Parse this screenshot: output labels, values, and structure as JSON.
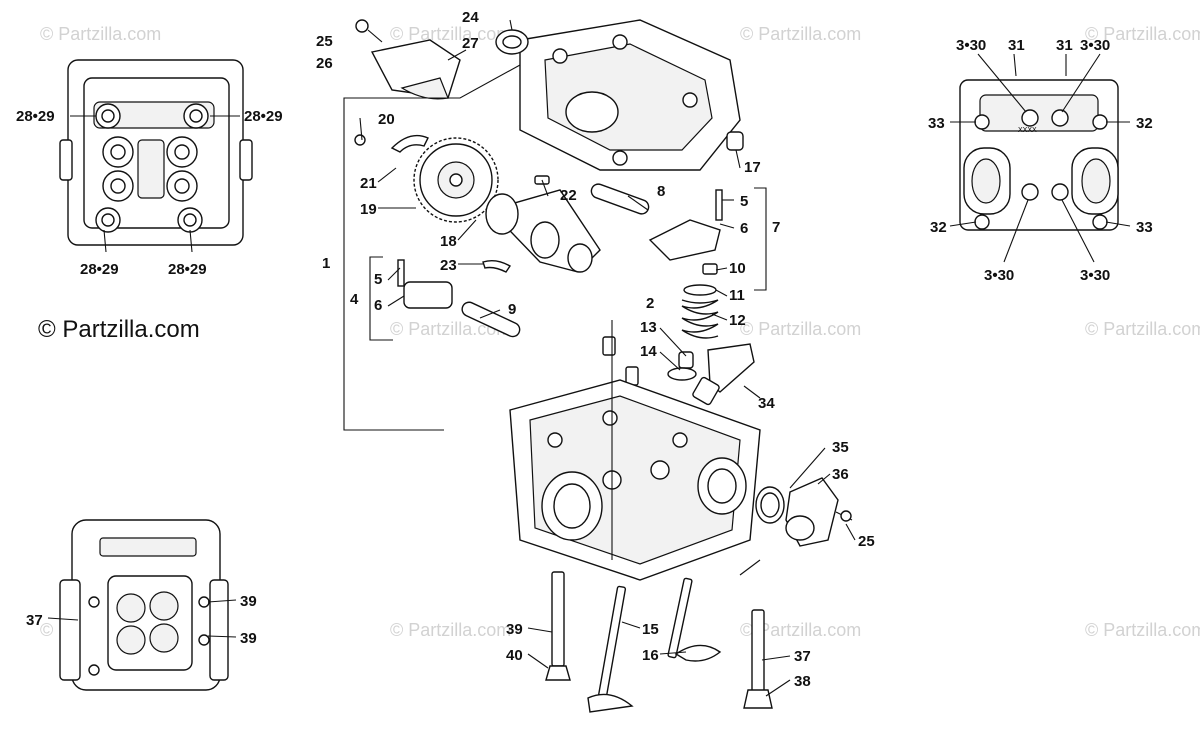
{
  "copyright": "© Partzilla.com",
  "watermark": "© Partzilla.com",
  "callouts": [
    {
      "id": "c1",
      "label": "1"
    },
    {
      "id": "c2",
      "label": "2"
    },
    {
      "id": "c3-30-a",
      "label": "3•30"
    },
    {
      "id": "c3-30-b",
      "label": "3•30"
    },
    {
      "id": "c3-30-c",
      "label": "3•30"
    },
    {
      "id": "c3-30-d",
      "label": "3•30"
    },
    {
      "id": "c4",
      "label": "4"
    },
    {
      "id": "c5a",
      "label": "5"
    },
    {
      "id": "c5b",
      "label": "5"
    },
    {
      "id": "c6a",
      "label": "6"
    },
    {
      "id": "c6b",
      "label": "6"
    },
    {
      "id": "c7",
      "label": "7"
    },
    {
      "id": "c8",
      "label": "8"
    },
    {
      "id": "c9",
      "label": "9"
    },
    {
      "id": "c10",
      "label": "10"
    },
    {
      "id": "c11",
      "label": "11"
    },
    {
      "id": "c12",
      "label": "12"
    },
    {
      "id": "c13",
      "label": "13"
    },
    {
      "id": "c14",
      "label": "14"
    },
    {
      "id": "c15",
      "label": "15"
    },
    {
      "id": "c16",
      "label": "16"
    },
    {
      "id": "c17",
      "label": "17"
    },
    {
      "id": "c18",
      "label": "18"
    },
    {
      "id": "c19",
      "label": "19"
    },
    {
      "id": "c20",
      "label": "20"
    },
    {
      "id": "c21",
      "label": "21"
    },
    {
      "id": "c22",
      "label": "22"
    },
    {
      "id": "c23",
      "label": "23"
    },
    {
      "id": "c24",
      "label": "24"
    },
    {
      "id": "c25a",
      "label": "25"
    },
    {
      "id": "c25b",
      "label": "25"
    },
    {
      "id": "c26",
      "label": "26"
    },
    {
      "id": "c27",
      "label": "27"
    },
    {
      "id": "c28-29-a",
      "label": "28•29"
    },
    {
      "id": "c28-29-b",
      "label": "28•29"
    },
    {
      "id": "c28-29-c",
      "label": "28•29"
    },
    {
      "id": "c28-29-d",
      "label": "28•29"
    },
    {
      "id": "c31a",
      "label": "31"
    },
    {
      "id": "c31b",
      "label": "31"
    },
    {
      "id": "c32a",
      "label": "32"
    },
    {
      "id": "c32b",
      "label": "32"
    },
    {
      "id": "c33a",
      "label": "33"
    },
    {
      "id": "c33b",
      "label": "33"
    },
    {
      "id": "c34",
      "label": "34"
    },
    {
      "id": "c35",
      "label": "35"
    },
    {
      "id": "c36",
      "label": "36"
    },
    {
      "id": "c37a",
      "label": "37"
    },
    {
      "id": "c37b",
      "label": "37"
    },
    {
      "id": "c38",
      "label": "38"
    },
    {
      "id": "c39a",
      "label": "39"
    },
    {
      "id": "c39b",
      "label": "39"
    },
    {
      "id": "c39c",
      "label": "39"
    },
    {
      "id": "c40",
      "label": "40"
    }
  ],
  "stamp_text": "XXXX"
}
